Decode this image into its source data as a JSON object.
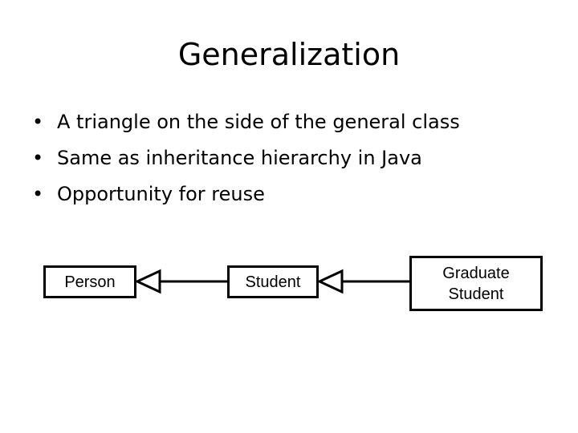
{
  "slide": {
    "title": "Generalization",
    "bullet_marker": "•",
    "bullets": [
      "A triangle on the side of the general class",
      "Same as inheritance hierarchy in Java",
      "Opportunity for reuse"
    ]
  },
  "diagram": {
    "classes": {
      "person": "Person",
      "student": "Student",
      "graduate_student_line1": "Graduate",
      "graduate_student_line2": "Student"
    },
    "relations": [
      {
        "from": "Student",
        "to": "Person",
        "kind": "generalization"
      },
      {
        "from": "Graduate Student",
        "to": "Student",
        "kind": "generalization"
      }
    ]
  }
}
